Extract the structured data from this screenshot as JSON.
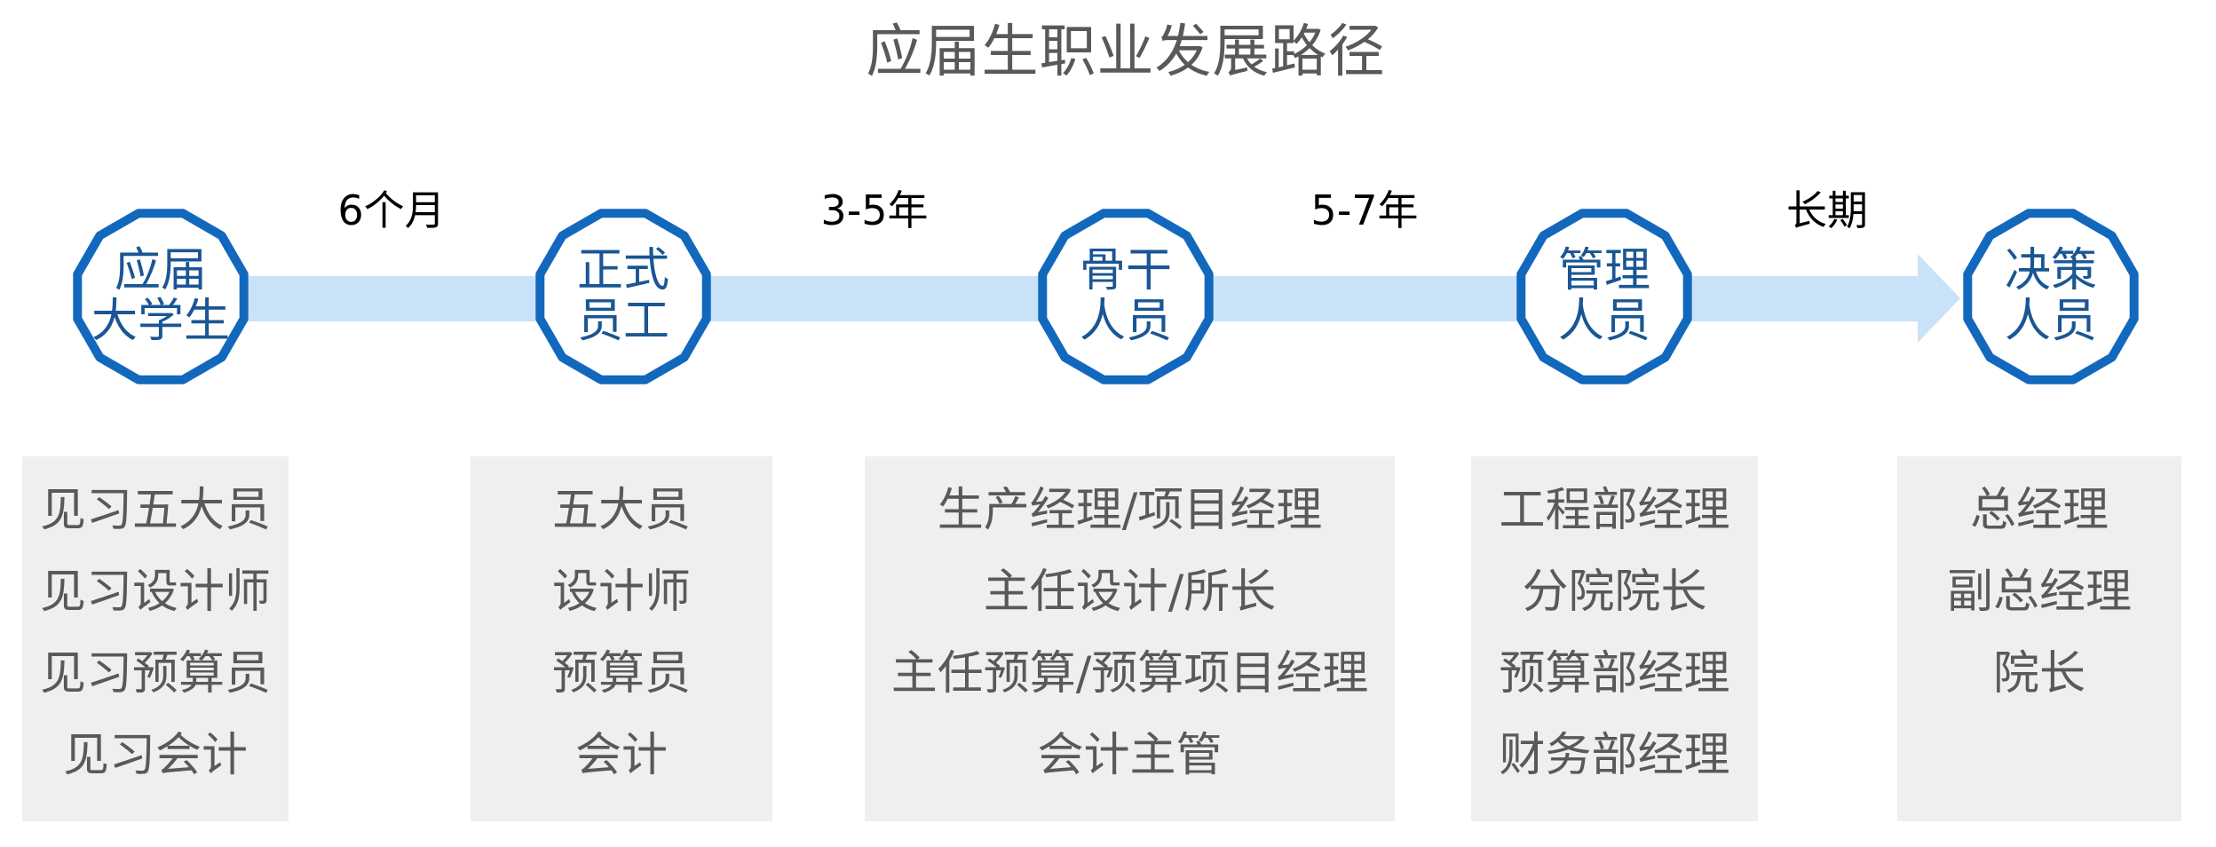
{
  "title": "应届生职业发展路径",
  "colors": {
    "node_border": "#1268BD",
    "node_fill": "#FFFFFF",
    "node_text": "#1A5694",
    "arrow_fill": "#CAE2F8",
    "box_background": "#EFEFEF",
    "box_text": "#595959",
    "title_text": "#595959",
    "transition_text": "#000000"
  },
  "stages": [
    {
      "label_line1": "应届",
      "label_line2": "大学生",
      "items": [
        "见习五大员",
        "见习设计师",
        "见习预算员",
        "见习会计"
      ]
    },
    {
      "label_line1": "正式",
      "label_line2": "员工",
      "items": [
        "五大员",
        "设计师",
        "预算员",
        "会计"
      ]
    },
    {
      "label_line1": "骨干",
      "label_line2": "人员",
      "items": [
        "生产经理/项目经理",
        "主任设计/所长",
        "主任预算/预算项目经理",
        "会计主管"
      ]
    },
    {
      "label_line1": "管理",
      "label_line2": "人员",
      "items": [
        "工程部经理",
        "分院院长",
        "预算部经理",
        "财务部经理"
      ]
    },
    {
      "label_line1": "决策",
      "label_line2": "人员",
      "items": [
        "总经理",
        "副总经理",
        "院长"
      ]
    }
  ],
  "transitions": [
    {
      "label": "6个月"
    },
    {
      "label": "3-5年"
    },
    {
      "label": "5-7年"
    },
    {
      "label": "长期"
    }
  ]
}
